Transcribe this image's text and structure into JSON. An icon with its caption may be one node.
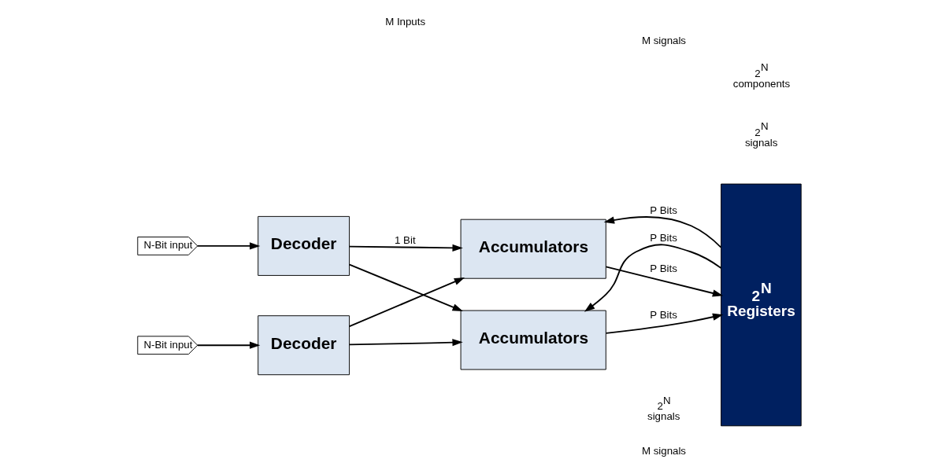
{
  "diagram": {
    "nodes": [
      {
        "text": [
          "N-Bit input"
        ]
      },
      {
        "text": [
          "Decoder"
        ]
      },
      {
        "text": [
          "Accumulators"
        ]
      },
      {
        "text": [
          "2$^{N}$ Registers"
        ]
      },
      {
        "text": [
          "N-Bit input"
        ]
      },
      {
        "text": [
          "Decoder"
        ]
      },
      {
        "text": [
          "Accumulators"
        ]
      }
    ],
    "edges": [
      {
        "from": 0,
        "to": 1,
        "arrow": "to"
      },
      {
        "from": 1,
        "to": 2,
        "arrow": "to",
        "label": "1 Bit"
      },
      {
        "from": 1,
        "to": 6,
        "arrow": "to"
      },
      {
        "from": 5,
        "to": 2,
        "arrow": "to"
      },
      {
        "from": 2,
        "to": 3,
        "arrow": "to",
        "label": "P Bits"
      },
      {
        "from": 3,
        "to": 2,
        "arrow": "to",
        "label": "P Bits"
      },
      {
        "from": 4,
        "to": 5,
        "arrow": "to"
      },
      {
        "from": 5,
        "to": 6,
        "arrow": "to"
      },
      {
        "from": 6,
        "to": 3,
        "arrow": "to",
        "label": "P Bits"
      },
      {
        "from": 3,
        "to": 6,
        "arrow": "to",
        "label": "P Bits"
      }
    ],
    "labels": [
      "2$^{N}$ signals",
      "M signals",
      "M Inputs",
      "2$^{N}$ components",
      "2$^{N}$ signals",
      "M signals"
    ]
  }
}
